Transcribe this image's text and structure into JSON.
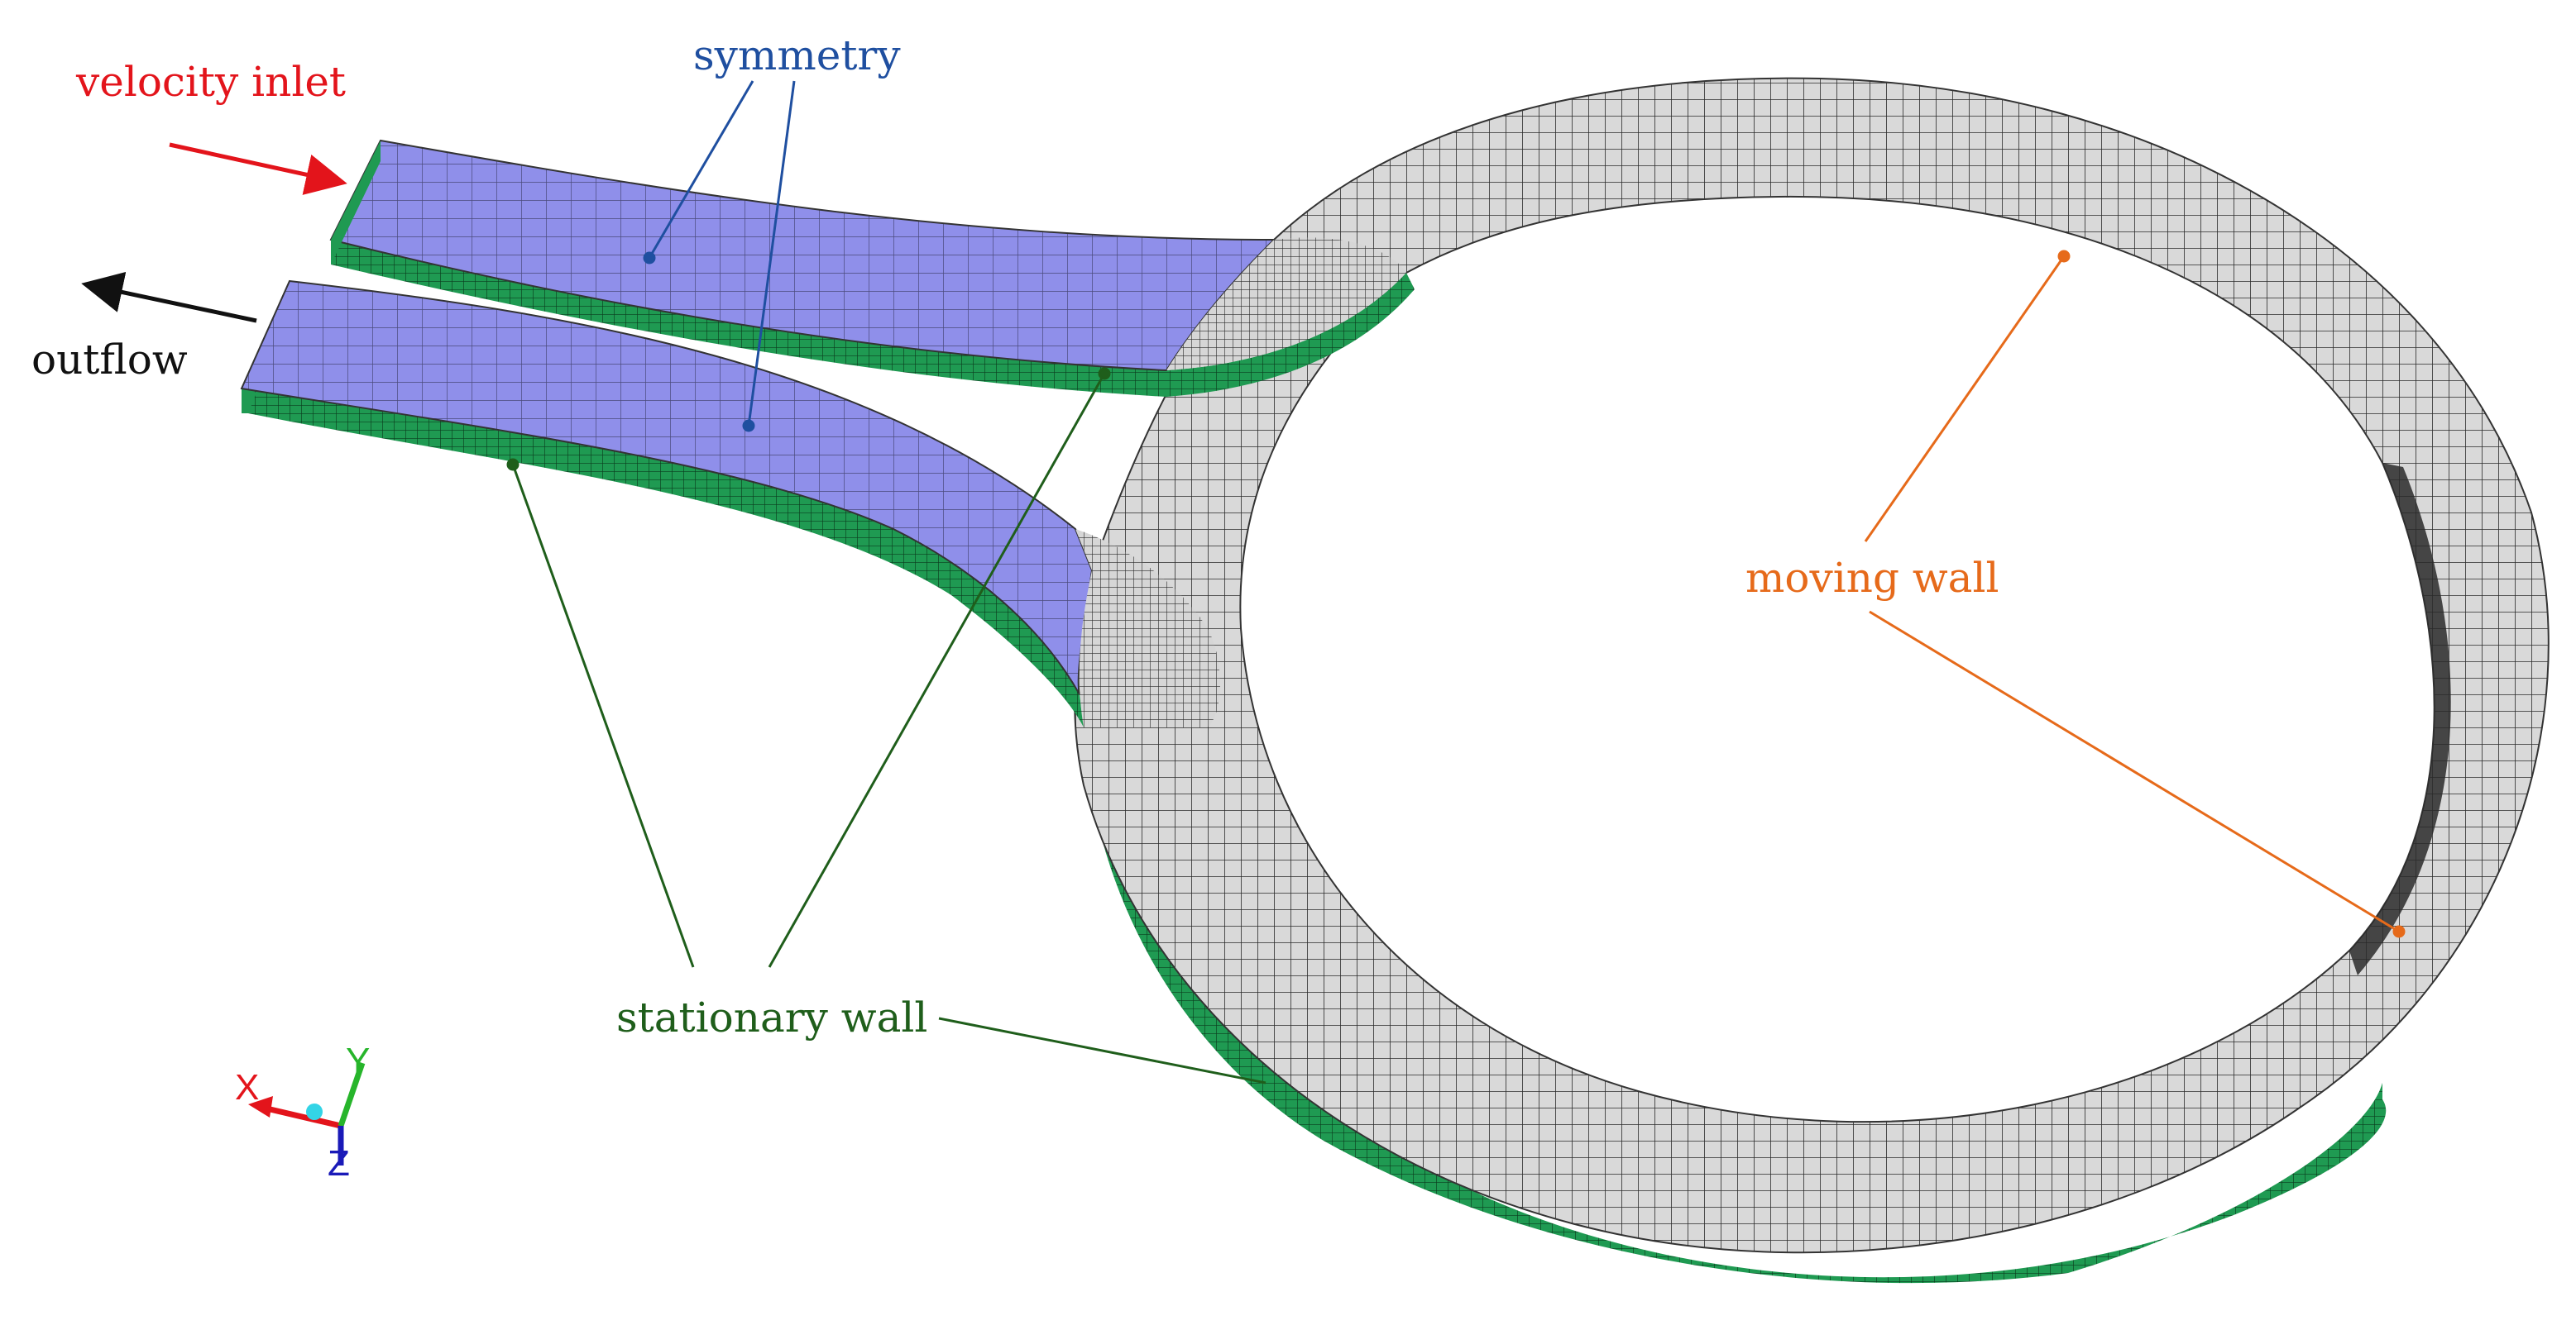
{
  "labels": {
    "velocity_inlet": "velocity inlet",
    "outflow": "outflow",
    "symmetry": "symmetry",
    "moving_wall": "moving wall",
    "stationary_wall": "stationary wall"
  },
  "triad": {
    "x": "X",
    "y": "Y",
    "z": "Z"
  },
  "colors": {
    "velocity_inlet": "#e3141b",
    "outflow": "#111111",
    "symmetry": "#1f4fa0",
    "moving_wall": "#e66a1a",
    "stationary_wall": "#1f5e1b",
    "symmetry_face": "#8f8fea",
    "wall_face": "#1f9a52",
    "ring_face": "#d9d9d9",
    "mesh_line": "#1b1b1b",
    "axis_x": "#e3141b",
    "axis_y": "#27b52b",
    "axis_z": "#1a1ab8",
    "origin_dot": "#33d4e6"
  }
}
